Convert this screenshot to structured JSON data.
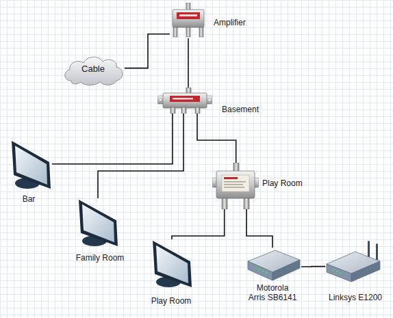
{
  "diagram": {
    "nodes": [
      {
        "text": [
          "Amplifier"
        ]
      },
      {
        "text": [
          "Cable"
        ]
      },
      {
        "text": [
          "Basement"
        ]
      },
      {
        "text": [
          "Play Room"
        ]
      },
      {
        "text": [
          "Bar"
        ]
      },
      {
        "text": [
          "Family Room"
        ]
      },
      {
        "text": [
          "Play Room"
        ]
      },
      {
        "text": [
          "Motorola Arris SB6141"
        ]
      },
      {
        "text": [
          "Linksys E1200"
        ]
      }
    ],
    "edges": [
      {
        "from": 1,
        "to": 0,
        "arrow": "none"
      },
      {
        "from": 0,
        "to": 2,
        "arrow": "none"
      },
      {
        "from": 2,
        "to": 4,
        "arrow": "none"
      },
      {
        "from": 2,
        "to": 5,
        "arrow": "none"
      },
      {
        "from": 2,
        "to": 3,
        "arrow": "none"
      },
      {
        "from": 3,
        "to": 6,
        "arrow": "none"
      },
      {
        "from": 3,
        "to": 7,
        "arrow": "none"
      },
      {
        "from": 7,
        "to": 8,
        "arrow": "none"
      }
    ]
  }
}
